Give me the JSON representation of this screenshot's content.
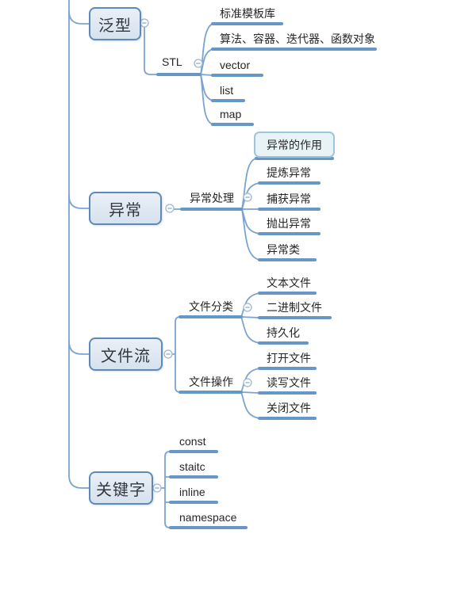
{
  "app": "mind-map-canvas",
  "colors": {
    "background": "#ffffff",
    "branch_line": "#6796c7",
    "connector_line": "#7ba4d0",
    "topic_fill": "#dbe5f1",
    "topic_border": "#5f8ab8",
    "selected_fill": "#e8f3f6",
    "selected_border": "#9dc5df",
    "text": "#262626"
  },
  "icons": {
    "collapse": "minus-circle"
  },
  "topics": [
    {
      "label": "泛型",
      "children": [
        {
          "label": "STL",
          "children": [
            {
              "label": "标准模板库"
            },
            {
              "label": "算法、容器、迭代器、函数对象"
            },
            {
              "label": "vector"
            },
            {
              "label": "list"
            },
            {
              "label": "map"
            }
          ]
        }
      ]
    },
    {
      "label": "异常",
      "children": [
        {
          "label": "异常处理",
          "children": [
            {
              "label": "异常的作用",
              "selected": true
            },
            {
              "label": "提炼异常"
            },
            {
              "label": "捕获异常"
            },
            {
              "label": "抛出异常"
            },
            {
              "label": "异常类"
            }
          ]
        }
      ]
    },
    {
      "label": "文件流",
      "children": [
        {
          "label": "文件分类",
          "children": [
            {
              "label": "文本文件"
            },
            {
              "label": "二进制文件"
            },
            {
              "label": "持久化"
            }
          ]
        },
        {
          "label": "文件操作",
          "children": [
            {
              "label": "打开文件"
            },
            {
              "label": "读写文件"
            },
            {
              "label": "关闭文件"
            }
          ]
        }
      ]
    },
    {
      "label": "关键字",
      "children": [
        {
          "label": "const"
        },
        {
          "label": "staitc"
        },
        {
          "label": "inline"
        },
        {
          "label": "namespace"
        }
      ]
    }
  ]
}
